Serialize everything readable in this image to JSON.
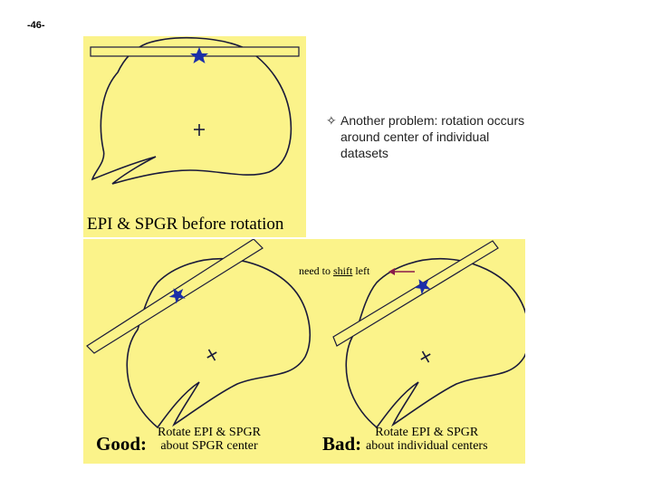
{
  "slide": {
    "number": "-46-"
  },
  "bullet": {
    "icon": "diamond-bullet-icon",
    "symbol": "✧",
    "text": "Another problem: rotation occurs around center of individual datasets"
  },
  "figure_top": {
    "caption": "EPI & SPGR before rotation"
  },
  "figure_bottom": {
    "annotation_prefix": "need to ",
    "annotation_emph": "shift",
    "annotation_suffix": " left",
    "good_label": "Good:",
    "good_desc_line1": "Rotate EPI & SPGR",
    "good_desc_line2": "about SPGR center",
    "bad_label": "Bad:",
    "bad_desc_line1": "Rotate EPI & SPGR",
    "bad_desc_line2": "about individual centers"
  },
  "colors": {
    "panel_background": "#fbf38a",
    "star": "#1c2fa8",
    "outline": "#1a1a3a"
  }
}
